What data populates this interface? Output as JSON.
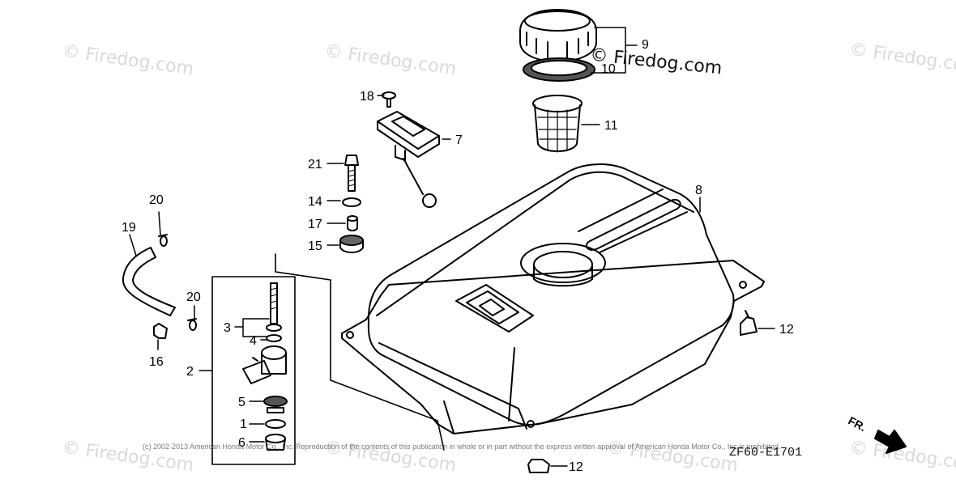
{
  "watermark_text": "© Firedog.com",
  "firedog_overlay": "© Firedog.com",
  "copyright": "(c) 2002-2013 American Honda Motor Co., Inc. Reproduction of the contents of this publication in whole or in part without the express written approval of American Honda Motor Co., Inc is prohibited.",
  "diagram_code": "ZF60-E1701",
  "direction_label": "FR.",
  "callouts": {
    "c1": "1",
    "c2": "2",
    "c3": "3",
    "c4": "4",
    "c5": "5",
    "c6": "6",
    "c7": "7",
    "c8": "8",
    "c9": "9",
    "c10": "10",
    "c11": "11",
    "c12a": "12",
    "c12b": "12",
    "c14": "14",
    "c15": "15",
    "c16": "16",
    "c17": "17",
    "c18": "18",
    "c19": "19",
    "c20a": "20",
    "c20b": "20",
    "c21": "21"
  }
}
